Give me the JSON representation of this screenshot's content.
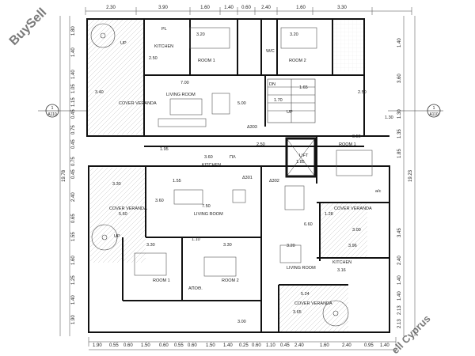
{
  "watermark": {
    "top_left": "BuySell",
    "bottom_right": "ell Cyprus"
  },
  "top_dims": [
    "2.30",
    "3.90",
    "1.60",
    "1.40",
    "0.60",
    "2.40",
    "1.60",
    "3.30"
  ],
  "bottom_dims": [
    "1.90",
    "0.55",
    "0.60",
    "1.50",
    "0.60",
    "0.55",
    "0.60",
    "1.50",
    "1.40",
    "0.25",
    "0.60",
    "1.10",
    "0.45",
    "2.40",
    "1.60",
    "2.40",
    "0.95",
    "1.40"
  ],
  "left_dims": [
    "1.80",
    "1.40",
    "1.40",
    "1.05",
    "1.15",
    "0.45",
    "0.75",
    "0.45",
    "19.78",
    "0.75",
    "0.45",
    "2.40",
    "0.65",
    "1.55",
    "1.60",
    "1.25",
    "1.40",
    "1.90"
  ],
  "right_dims": [
    "1.40",
    "3.60",
    "1.30",
    "1.35",
    "1.85",
    "19.23",
    "3.45",
    "2.40",
    "1.40",
    "1.40",
    "2.13",
    "2.13"
  ],
  "section_markers": [
    {
      "num": "1",
      "ref": "A110"
    },
    {
      "num": "1",
      "ref": "A110"
    }
  ],
  "rooms": [
    {
      "id": "kitchen-top",
      "label": "KITCHEN",
      "dim": "2.50"
    },
    {
      "id": "room1-top",
      "label": "ROOM 1",
      "dim": "3.20"
    },
    {
      "id": "room2-top",
      "label": "ROOM 2",
      "dim": "3.20"
    },
    {
      "id": "veranda-tl",
      "label": "COVER VERANDA",
      "dim": "3.40"
    },
    {
      "id": "living-top",
      "label": "LIVING ROOM",
      "dim": "7.00"
    },
    {
      "id": "room1-right",
      "label": "ROOM 1",
      "dim": "3.50"
    },
    {
      "id": "kitchen-mid",
      "label": "KITCHEN",
      "dim": "3.60"
    },
    {
      "id": "veranda-ml",
      "label": "COVER VERANDA",
      "dim": "3.30"
    },
    {
      "id": "living-mid",
      "label": "LIVING ROOM",
      "dim": "7.50"
    },
    {
      "id": "lift",
      "label": "LIFT",
      "dim": "1.85"
    },
    {
      "id": "veranda-mr",
      "label": "COVER VERANDA",
      "dim": "3.00"
    },
    {
      "id": "room1-bottom",
      "label": "ROOM 1",
      "dim": "3.30"
    },
    {
      "id": "room2-bottom",
      "label": "ROOM 2",
      "dim": "3.30"
    },
    {
      "id": "living-bottom",
      "label": "LIVING ROOM",
      "dim": "3.20"
    },
    {
      "id": "kitchen-bottom",
      "label": "KITCHEN",
      "dim": "3.16"
    },
    {
      "id": "veranda-br",
      "label": "COVER VERANDA",
      "dim": "5.24"
    }
  ],
  "labels": {
    "pl_top": "PL",
    "pl_mid": "ΠΛ",
    "wc": "W/C",
    "dn": "DN",
    "up_top": "UP",
    "up_stair": "UP",
    "up_left": "UP",
    "tag_303": "Δ303",
    "tag_301": "Δ301",
    "tag_302": "Δ302",
    "storage": "ΑΠΟΘ.",
    "ac": "a/c",
    "dim_165": "1.65",
    "dim_170": "1.70",
    "dim_250": "2.50",
    "dim_250b": "2.50",
    "dim_195": "1.95",
    "dim_155": "1.55",
    "dim_360": "3.60",
    "dim_660": "6.60",
    "dim_500": "5.00",
    "dim_110": "1.10",
    "dim_128": "1.28",
    "dim_365": "3.65",
    "dim_396": "3.96",
    "dim_560": "5.60",
    "dim_300": "3.00",
    "dim_130": "1.30"
  }
}
